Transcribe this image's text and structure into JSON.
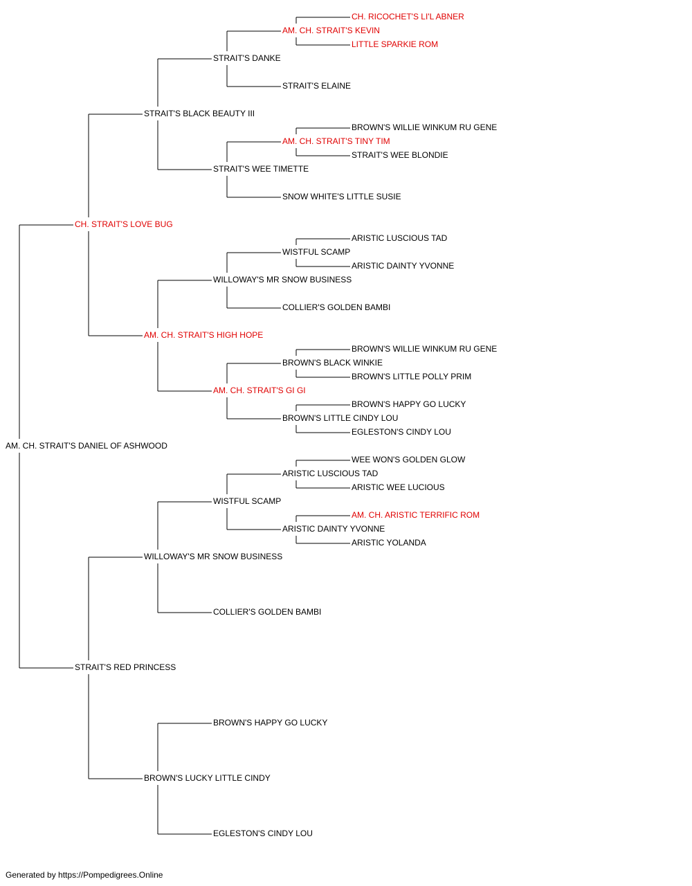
{
  "colors": {
    "champion": "#e00000",
    "normal": "#000000",
    "line": "#000000"
  },
  "pedigree": {
    "name": "AM. CH. STRAIT'S DANIEL OF ASHWOOD",
    "champion": false,
    "sire": {
      "name": "CH. STRAIT'S LOVE BUG",
      "champion": true,
      "sire": {
        "name": "STRAIT'S BLACK BEAUTY III",
        "champion": false,
        "sire": {
          "name": "STRAIT'S DANKE",
          "champion": false,
          "sire": {
            "name": "AM. CH. STRAIT'S KEVIN",
            "champion": true,
            "sire": {
              "name": "CH. RICOCHET'S LI'L ABNER",
              "champion": true
            },
            "dam": {
              "name": "LITTLE SPARKIE ROM",
              "champion": true
            }
          },
          "dam": {
            "name": "STRAIT'S ELAINE",
            "champion": false
          }
        },
        "dam": {
          "name": "STRAIT'S WEE TIMETTE",
          "champion": false,
          "sire": {
            "name": "AM. CH. STRAIT'S TINY TIM",
            "champion": true,
            "sire": {
              "name": "BROWN'S WILLIE WINKUM RU GENE",
              "champion": false
            },
            "dam": {
              "name": "STRAIT'S WEE BLONDIE",
              "champion": false
            }
          },
          "dam": {
            "name": "SNOW WHITE'S LITTLE SUSIE",
            "champion": false
          }
        }
      },
      "dam": {
        "name": "AM. CH. STRAIT'S HIGH HOPE",
        "champion": true,
        "sire": {
          "name": "WILLOWAY'S MR SNOW BUSINESS",
          "champion": false,
          "sire": {
            "name": "WISTFUL SCAMP",
            "champion": false,
            "sire": {
              "name": "ARISTIC LUSCIOUS TAD",
              "champion": false
            },
            "dam": {
              "name": "ARISTIC DAINTY YVONNE",
              "champion": false
            }
          },
          "dam": {
            "name": "COLLIER'S GOLDEN BAMBI",
            "champion": false
          }
        },
        "dam": {
          "name": "AM. CH. STRAIT'S GI GI",
          "champion": true,
          "sire": {
            "name": "BROWN'S BLACK WINKIE",
            "champion": false,
            "sire": {
              "name": "BROWN'S WILLIE WINKUM RU GENE",
              "champion": false
            },
            "dam": {
              "name": "BROWN'S LITTLE POLLY PRIM",
              "champion": false
            }
          },
          "dam": {
            "name": "BROWN'S LITTLE CINDY LOU",
            "champion": false,
            "sire": {
              "name": "BROWN'S HAPPY GO LUCKY",
              "champion": false
            },
            "dam": {
              "name": "EGLESTON'S CINDY LOU",
              "champion": false
            }
          }
        }
      }
    },
    "dam": {
      "name": "STRAIT'S RED PRINCESS",
      "champion": false,
      "sire": {
        "name": "WILLOWAY'S MR SNOW BUSINESS",
        "champion": false,
        "sire": {
          "name": "WISTFUL SCAMP",
          "champion": false,
          "sire": {
            "name": "ARISTIC LUSCIOUS TAD",
            "champion": false,
            "sire": {
              "name": "WEE WON'S GOLDEN GLOW",
              "champion": false
            },
            "dam": {
              "name": "ARISTIC WEE LUCIOUS",
              "champion": false
            }
          },
          "dam": {
            "name": "ARISTIC DAINTY YVONNE",
            "champion": false,
            "sire": {
              "name": "AM. CH. ARISTIC TERRIFIC ROM",
              "champion": true
            },
            "dam": {
              "name": "ARISTIC YOLANDA",
              "champion": false
            }
          }
        },
        "dam": {
          "name": "COLLIER'S GOLDEN BAMBI",
          "champion": false
        }
      },
      "dam": {
        "name": "BROWN'S LUCKY LITTLE CINDY",
        "champion": false,
        "sire": {
          "name": "BROWN'S HAPPY GO LUCKY",
          "champion": false
        },
        "dam": {
          "name": "EGLESTON'S CINDY LOU",
          "champion": false
        }
      }
    }
  },
  "footer": "Generated by https://Pompedigrees.Online"
}
